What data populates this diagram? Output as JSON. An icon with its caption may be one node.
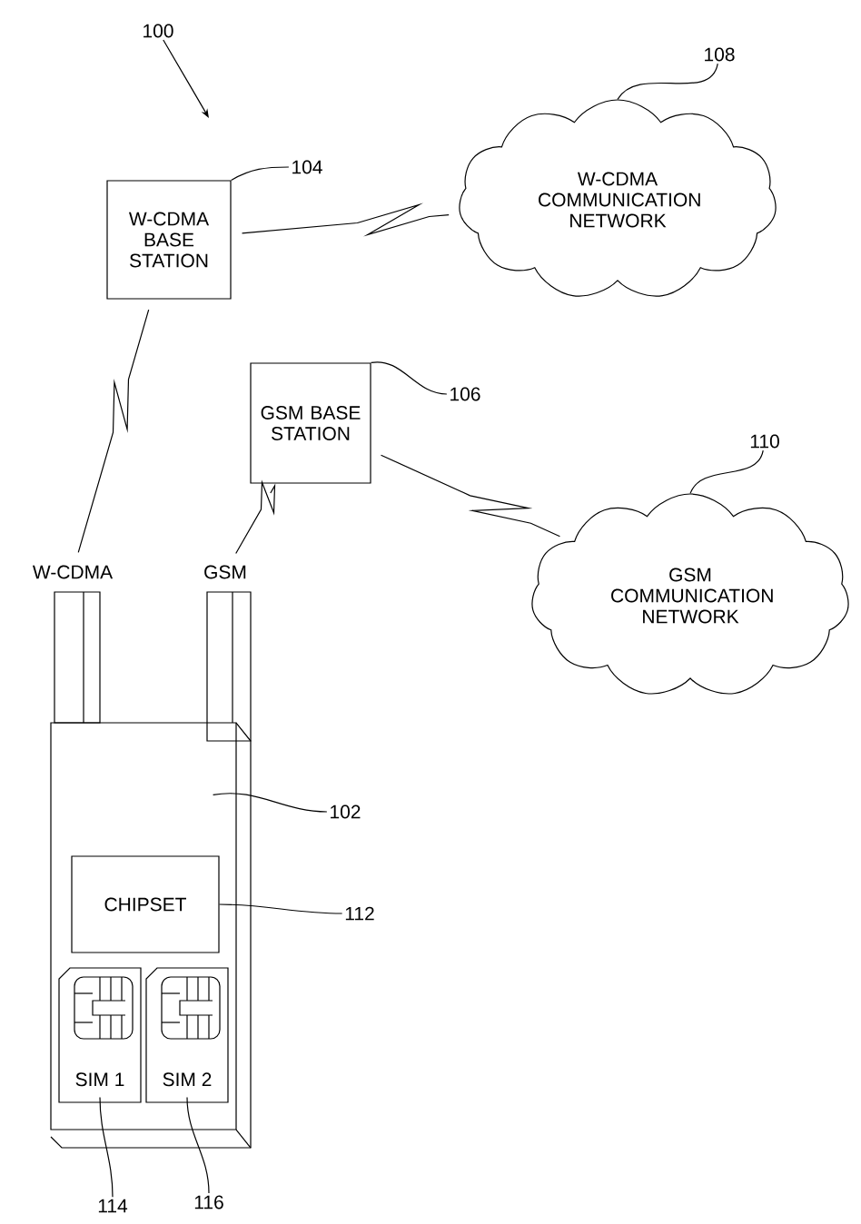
{
  "diagram": {
    "nodes": [
      {
        "text": [
          "W-CDMA BASE STATION"
        ]
      },
      {
        "text": [
          "W-CDMA COMMUNICATION NETWORK"
        ]
      },
      {
        "text": [
          "GSM BASE STATION"
        ]
      },
      {
        "text": [
          "GSM COMMUNICATION NETWORK"
        ]
      },
      {
        "text": [
          "W-CDMA"
        ]
      },
      {
        "text": [
          "GSM"
        ]
      },
      {
        "text": [],
        "shape": "box"
      },
      {
        "text": [
          "CHIPSET"
        ],
        "in": 6
      },
      {
        "text": [
          "SIM 1"
        ],
        "in": 6
      },
      {
        "text": [
          "SIM 2"
        ],
        "in": 6
      },
      {
        "text": [
          "100"
        ]
      },
      {
        "text": [
          "104"
        ]
      },
      {
        "text": [
          "106"
        ]
      },
      {
        "text": [
          "108"
        ]
      },
      {
        "text": [
          "110"
        ]
      },
      {
        "text": [
          "102"
        ]
      },
      {
        "text": [
          "112"
        ]
      },
      {
        "text": [
          "114"
        ]
      },
      {
        "text": [
          "116"
        ]
      }
    ],
    "edges": [
      {
        "from": 0,
        "to": 1,
        "arrow": "none"
      },
      {
        "from": 2,
        "to": 3,
        "arrow": "none"
      },
      {
        "from": 0,
        "to": 4,
        "arrow": "none"
      },
      {
        "from": 2,
        "to": 5,
        "arrow": "none"
      },
      {
        "from": 10,
        "to": null,
        "arrow": "to"
      },
      {
        "from": 11,
        "to": 0,
        "arrow": "none"
      },
      {
        "from": 12,
        "to": 2,
        "arrow": "none"
      },
      {
        "from": 13,
        "to": 1,
        "arrow": "none"
      },
      {
        "from": 14,
        "to": 3,
        "arrow": "none"
      },
      {
        "from": 15,
        "to": 6,
        "arrow": "none"
      },
      {
        "from": 16,
        "to": 7,
        "arrow": "none"
      },
      {
        "from": 17,
        "to": 8,
        "arrow": "none"
      },
      {
        "from": 18,
        "to": 9,
        "arrow": "none"
      }
    ]
  }
}
